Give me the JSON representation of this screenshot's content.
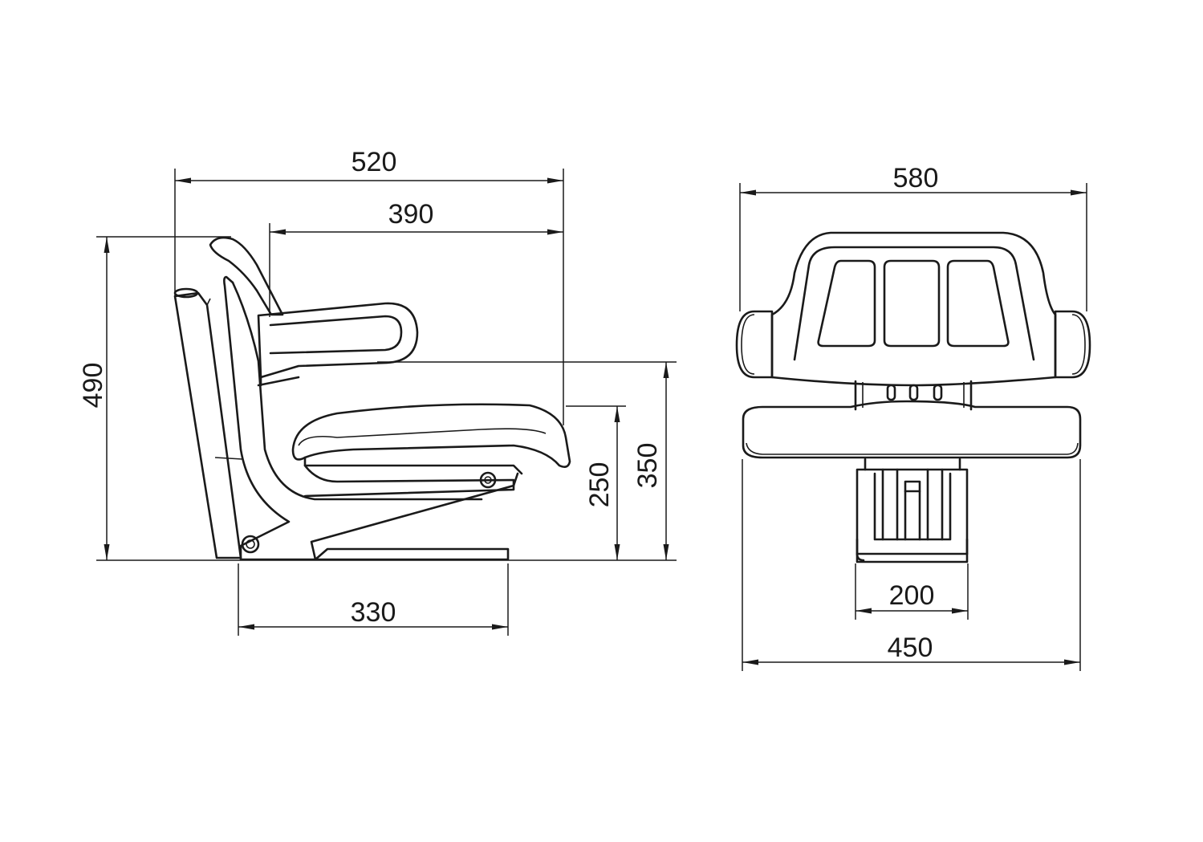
{
  "drawing": {
    "side_view": {
      "dimensions": {
        "overall_depth": "520",
        "seat_depth": "390",
        "overall_height": "490",
        "seat_height": "250",
        "armrest_height": "350",
        "base_length": "330"
      }
    },
    "front_view": {
      "dimensions": {
        "overall_width": "580",
        "seat_width": "450",
        "base_width": "200"
      }
    }
  }
}
